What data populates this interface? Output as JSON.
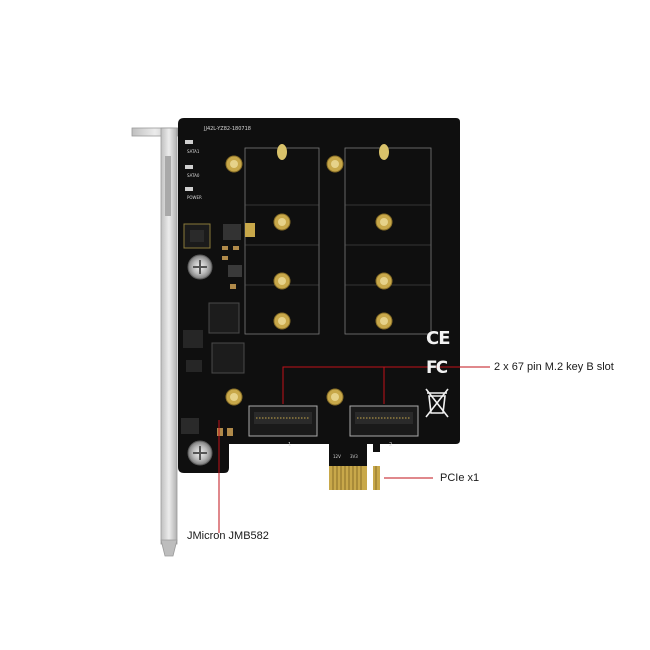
{
  "callouts": {
    "m2_slot": "2 x 67 pin M.2 key B slot",
    "pcie": "PCIe x1",
    "controller": "JMicron JMB582"
  },
  "board": {
    "part_number": "JJ42L-YZ82-180718",
    "led_labels": [
      "SATA1",
      "SATA0",
      "POWER"
    ],
    "slot_labels": [
      "1",
      "2"
    ],
    "pcie_silk": [
      "12V",
      "3V3"
    ],
    "cert_marks": {
      "ce": "CE",
      "fc": "FC"
    }
  },
  "colors": {
    "pcb": "#0f0f0f",
    "gold": "#c8a84a",
    "bracket": "#d4d4d4",
    "callout_line": "#c0101a"
  }
}
